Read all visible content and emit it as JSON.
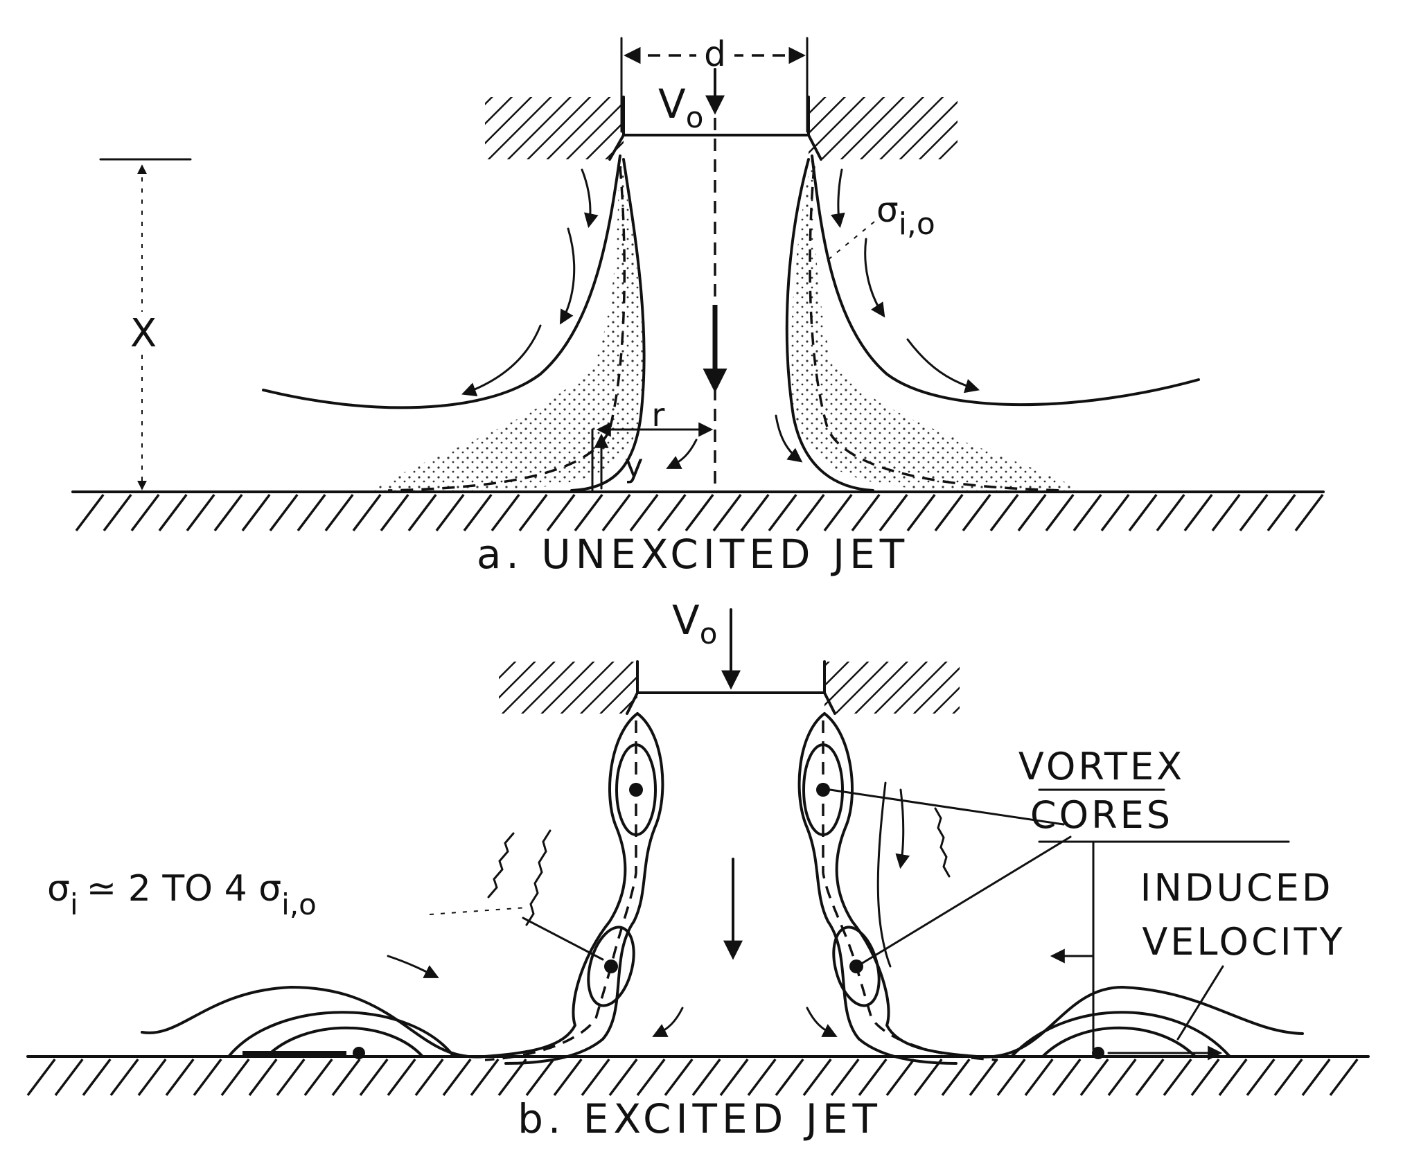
{
  "labels": {
    "diameter": "d",
    "velocity_top": "V",
    "velocity_top_sub": "o",
    "height": "X",
    "radius": "r",
    "y_coord": "y",
    "sigma_io": "σ",
    "sigma_io_sub": "i,o",
    "velocity_bottom": "V",
    "velocity_bottom_sub": "o",
    "vortex_line1": "VORTEX",
    "vortex_line2": "CORES",
    "induced_line1": "INDUCED",
    "induced_line2": "VELOCITY",
    "sigma_i": "σ",
    "sigma_i_sub": "i",
    "sigma_relation": "≃ 2 TO 4 σ",
    "sigma_relation_sub": "i,o"
  },
  "captions": {
    "a": "a. UNEXCITED JET",
    "b": "b. EXCITED JET"
  }
}
